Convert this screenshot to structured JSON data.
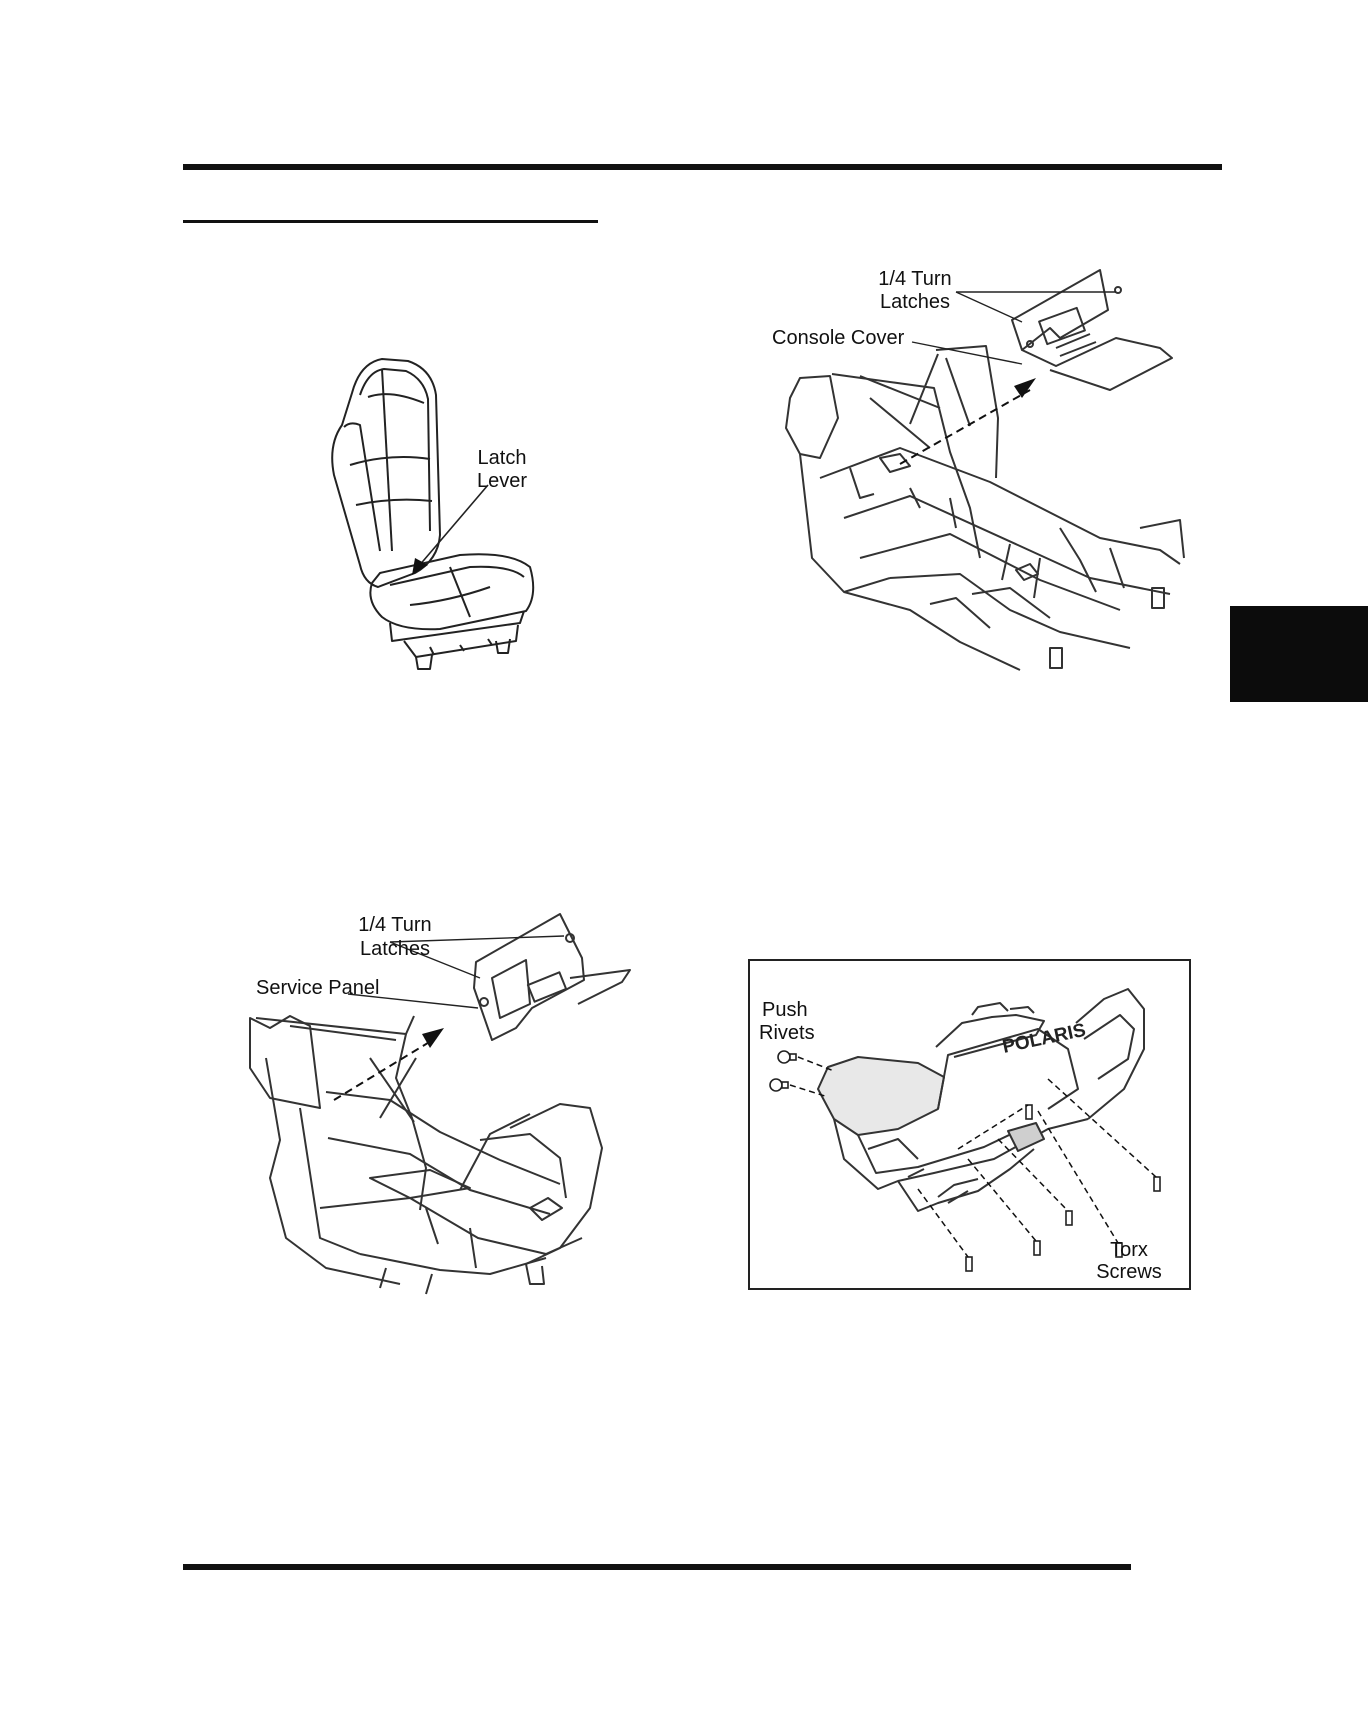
{
  "page": {
    "figures": {
      "seat": {
        "label_latch": "Latch",
        "label_lever": "Lever"
      },
      "console": {
        "label_turn": "1/4 Turn",
        "label_latches": "Latches",
        "label_cover": "Console Cover"
      },
      "service": {
        "label_turn": "1/4 Turn",
        "label_latches": "Latches",
        "label_panel": "Service Panel"
      },
      "front": {
        "label_push": "Push",
        "label_rivets": "Rivets",
        "label_torx": "Torx",
        "label_screws": "Screws",
        "brand": "POLARIS"
      }
    }
  }
}
